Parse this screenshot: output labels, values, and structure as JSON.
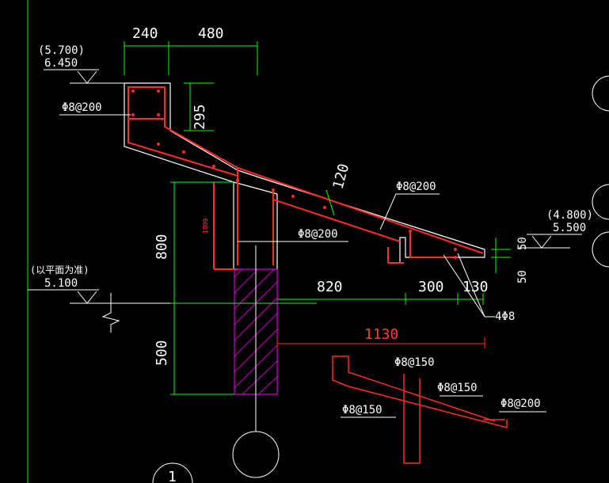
{
  "dimensions": {
    "d240": "240",
    "d480": "480",
    "d295": "295",
    "d120": "120",
    "d800": "800",
    "d500": "500",
    "d820": "820",
    "d300": "300",
    "d130": "130",
    "d1130": "1130",
    "d50a": "50",
    "d50b": "50",
    "d1809": "1809"
  },
  "elevations": {
    "top_paren": "(5.700)",
    "top": "6.450",
    "right_paren": "(4.800)",
    "right": "5.500",
    "left_note": "(以平面为准)",
    "left": "5.100"
  },
  "rebar_labels": {
    "phi8_200_left": "Φ8@200",
    "phi8_200_top": "Φ8@200",
    "phi8_200_mid": "Φ8@200",
    "four_phi8": "4Φ8",
    "phi8_150_a": "Φ8@150",
    "phi8_150_b": "Φ8@150",
    "phi8_150_c": "Φ8@150",
    "phi8_200_detail": "Φ8@200"
  },
  "callouts": {
    "bottom_left_circle": "1"
  },
  "colors": {
    "background": "#000000",
    "outline": "#ffffff",
    "rebar": "#ff2a2a",
    "dimension": "#00ff00",
    "hatch": "#ff00ff"
  }
}
